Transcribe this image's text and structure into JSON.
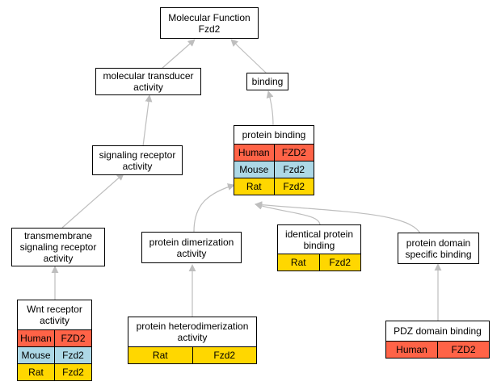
{
  "colors": {
    "Human": "#ff6347",
    "Mouse": "#add8e6",
    "Rat": "#ffd700",
    "edge": "#bebebe"
  },
  "nodes": {
    "mf": {
      "label": "Molecular Function\nFzd2",
      "rows": []
    },
    "mt": {
      "label": "molecular transducer\nactivity",
      "rows": []
    },
    "binding": {
      "label": "binding",
      "rows": []
    },
    "pb": {
      "label": "protein binding",
      "rows": [
        {
          "species": "Human",
          "gene": "FZD2"
        },
        {
          "species": "Mouse",
          "gene": "Fzd2"
        },
        {
          "species": "Rat",
          "gene": "Fzd2"
        }
      ]
    },
    "sra": {
      "label": "signaling receptor\nactivity",
      "rows": []
    },
    "tsra": {
      "label": "transmembrane\nsignaling receptor\nactivity",
      "rows": []
    },
    "pda": {
      "label": "protein dimerization\nactivity",
      "rows": []
    },
    "ipb": {
      "label": "identical protein\nbinding",
      "rows": [
        {
          "species": "Rat",
          "gene": "Fzd2"
        }
      ]
    },
    "pdsb": {
      "label": "protein domain\nspecific binding",
      "rows": []
    },
    "wnt": {
      "label": "Wnt receptor\nactivity",
      "rows": [
        {
          "species": "Human",
          "gene": "FZD2"
        },
        {
          "species": "Mouse",
          "gene": "Fzd2"
        },
        {
          "species": "Rat",
          "gene": "Fzd2"
        }
      ]
    },
    "phda": {
      "label": "protein heterodimerization\nactivity",
      "rows": [
        {
          "species": "Rat",
          "gene": "Fzd2"
        }
      ]
    },
    "pdz": {
      "label": "PDZ domain binding",
      "rows": [
        {
          "species": "Human",
          "gene": "FZD2"
        }
      ]
    }
  }
}
